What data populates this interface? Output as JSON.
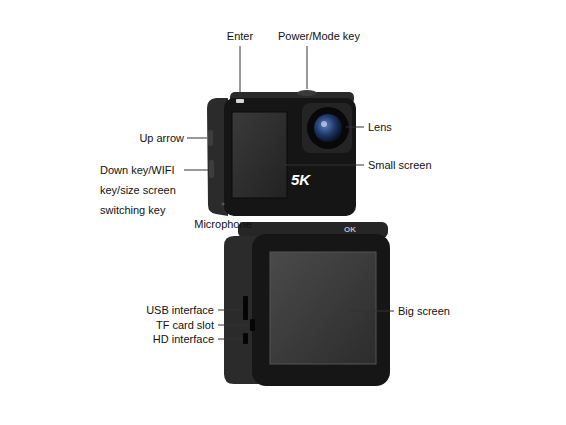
{
  "diagram": {
    "labels": [
      "Enter",
      "Power/Mode key",
      "Up arrow",
      "Lens",
      "Small screen",
      "Down key/WIFI key/size screen switching key",
      "Microphone",
      "USB interface",
      "TF card slot",
      "HD interface",
      "Big screen",
      "5K",
      "OK"
    ]
  }
}
